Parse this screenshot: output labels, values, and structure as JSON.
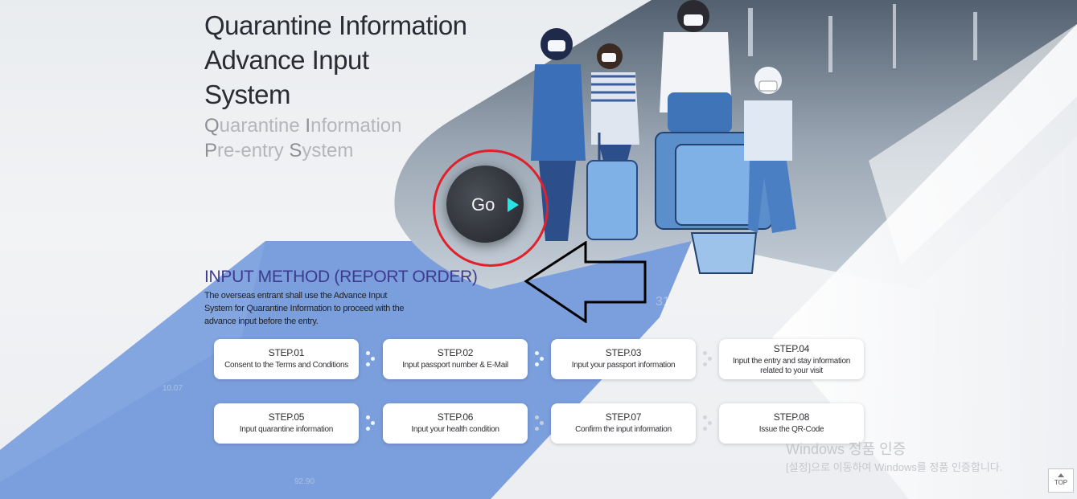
{
  "hero": {
    "title": "Quarantine Information\nAdvance Input\nSystem",
    "subtitle_lines": [
      {
        "cap": "Q",
        "rest": "uarantine ",
        "cap2": "I",
        "rest2": "nformation"
      },
      {
        "cap": "P",
        "rest": "re-entry ",
        "cap2": "S",
        "rest2": "ystem"
      }
    ],
    "go_label": "Go"
  },
  "method": {
    "title": "INPUT METHOD (REPORT ORDER)",
    "description": "The overseas entrant shall use the Advance Input System for Quarantine Information to proceed with the advance input before the entry."
  },
  "steps": [
    {
      "num": "STEP.01",
      "text": "Consent to the Terms and Conditions"
    },
    {
      "num": "STEP.02",
      "text": "Input passport number & E-Mail"
    },
    {
      "num": "STEP.03",
      "text": "Input your passport information"
    },
    {
      "num": "STEP.04",
      "text": "Input the entry and stay information related to your visit"
    },
    {
      "num": "STEP.05",
      "text": "Input quarantine information"
    },
    {
      "num": "STEP.06",
      "text": "Input your health condition"
    },
    {
      "num": "STEP.07",
      "text": "Confirm the input information"
    },
    {
      "num": "STEP.08",
      "text": "Issue the QR-Code"
    }
  ],
  "background_numbers": [
    "10.07",
    "92.90",
    "31"
  ],
  "watermark": {
    "line1": "Windows 정품 인증",
    "line2": "[설정]으로 이동하여 Windows를 정품 인증합니다."
  },
  "top_button": "TOP",
  "colors": {
    "accent_cyan": "#27e3e6",
    "band_blue": "#7b9fdc",
    "title_purple": "#3d3b8e",
    "annotation_red": "#e0202a"
  }
}
